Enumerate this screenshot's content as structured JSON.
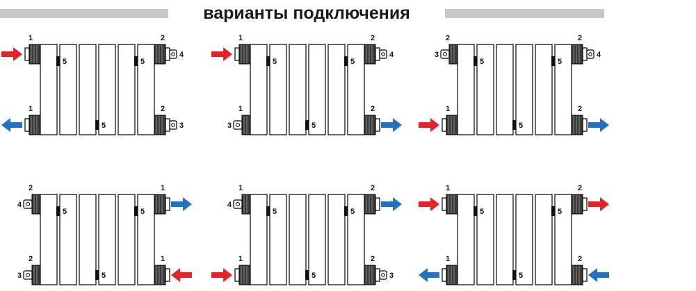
{
  "title": "варианты подключения",
  "colors": {
    "hot": "#e8202a",
    "cold": "#1f73c2",
    "grey_bar": "#c8c8c8",
    "line": "#000000",
    "fitting": "#3a3a3a"
  },
  "legend_labels": {
    "n1": "1",
    "n2": "2",
    "n3": "3",
    "n4": "4",
    "n5": "5"
  },
  "variants": [
    {
      "id": 1,
      "tl": {
        "num": "1",
        "fit": "plug",
        "arrow": "hot-in"
      },
      "bl": {
        "num": "1",
        "fit": "plug",
        "arrow": "cold-out"
      },
      "tr": {
        "num": "2",
        "fit": "plug",
        "side": "4"
      },
      "br": {
        "num": "2",
        "fit": "plug",
        "side": "3"
      }
    },
    {
      "id": 2,
      "tl": {
        "num": "1",
        "fit": "plug",
        "arrow": "hot-in"
      },
      "bl": {
        "num": "1",
        "fit": "cap",
        "side": "3"
      },
      "tr": {
        "num": "2",
        "fit": "plug",
        "side": "4"
      },
      "br": {
        "num": "2",
        "fit": "plug",
        "arrow": "cold-out"
      }
    },
    {
      "id": 3,
      "tl": {
        "num": "2",
        "fit": "cap",
        "side": "3"
      },
      "bl": {
        "num": "1",
        "fit": "plug",
        "arrow": "hot-in"
      },
      "tr": {
        "num": "2",
        "fit": "plug",
        "side": "4"
      },
      "br": {
        "num": "2",
        "fit": "plug",
        "arrow": "cold-out"
      }
    },
    {
      "id": 4,
      "tl": {
        "num": "2",
        "fit": "cap",
        "side": "4"
      },
      "bl": {
        "num": "2",
        "fit": "cap",
        "side": "3"
      },
      "tr": {
        "num": "1",
        "fit": "plug",
        "arrow": "cold-out"
      },
      "br": {
        "num": "1",
        "fit": "plug",
        "arrow": "hot-in"
      }
    },
    {
      "id": 5,
      "tl": {
        "num": "1",
        "fit": "cap",
        "side": "4"
      },
      "bl": {
        "num": "1",
        "fit": "plug",
        "arrow": "hot-in"
      },
      "tr": {
        "num": "2",
        "fit": "plug",
        "arrow": "cold-out"
      },
      "br": {
        "num": "2",
        "fit": "plug",
        "side": "3"
      }
    },
    {
      "id": 6,
      "tl": {
        "num": "1",
        "fit": "plug",
        "arrow": "hot-in"
      },
      "bl": {
        "num": "1",
        "fit": "plug",
        "arrow": "cold-out"
      },
      "tr": {
        "num": "2",
        "fit": "plug",
        "arrow": "hot-out"
      },
      "br": {
        "num": "2",
        "fit": "plug",
        "arrow": "cold-in"
      }
    }
  ]
}
